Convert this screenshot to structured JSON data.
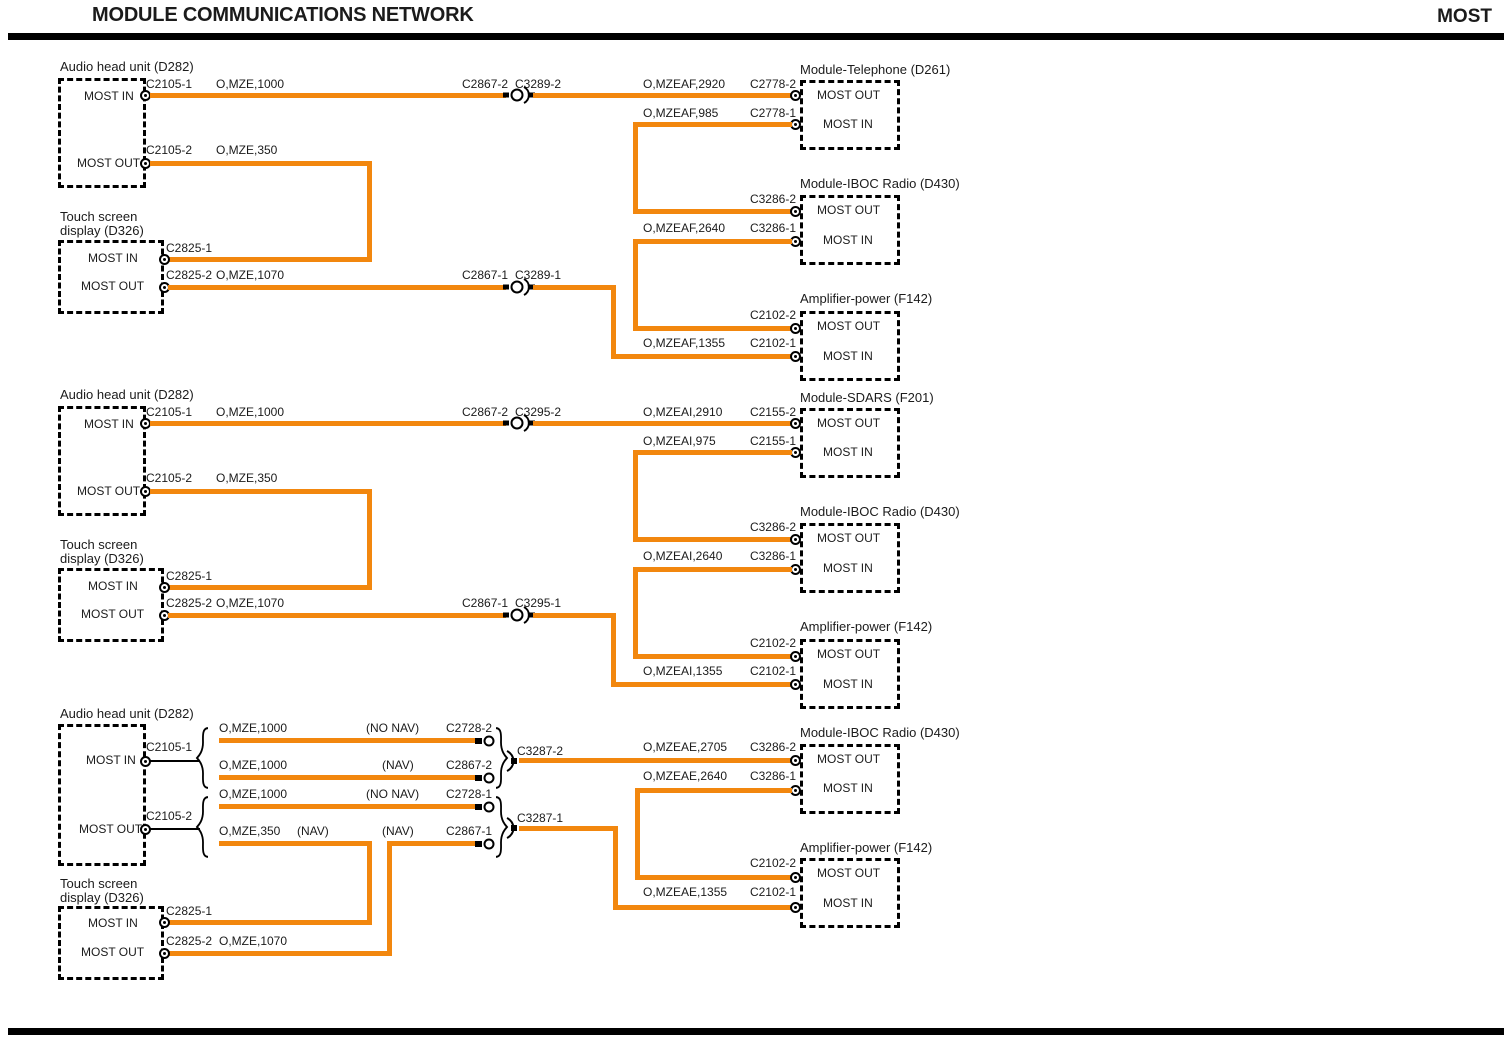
{
  "header": {
    "title": "MODULE COMMUNICATIONS NETWORK",
    "system": "MOST"
  },
  "colors": {
    "wire": "#f2870e"
  },
  "s1": {
    "ahu_name": "Audio head unit (D282)",
    "ahu_in": "MOST IN",
    "ahu_in_conn": "C2105-1",
    "ahu_in_wire": "O,MZE,1000",
    "ahu_out": "MOST OUT",
    "ahu_out_conn": "C2105-2",
    "ahu_out_wire": "O,MZE,350",
    "ic_top_a": "C2867-2",
    "ic_top_b": "C3289-2",
    "ic_bot_a": "C2867-1",
    "ic_bot_b": "C3289-1",
    "tsd_name1": "Touch screen",
    "tsd_name2": "display (D326)",
    "tsd_in": "MOST IN",
    "tsd_in_conn": "C2825-1",
    "tsd_out": "MOST OUT",
    "tsd_out_conn": "C2825-2",
    "tsd_out_wire": "O,MZE,1070",
    "tel_name": "Module-Telephone (D261)",
    "tel_out": "MOST OUT",
    "tel_out_conn": "C2778-2",
    "tel_out_wire": "O,MZEAF,2920",
    "tel_in": "MOST IN",
    "tel_in_conn": "C2778-1",
    "tel_in_wire": "O,MZEAF,985",
    "iboc_name": "Module-IBOC Radio (D430)",
    "iboc_out": "MOST OUT",
    "iboc_out_conn": "C3286-2",
    "iboc_in": "MOST IN",
    "iboc_in_conn": "C3286-1",
    "iboc_in_wire": "O,MZEAF,2640",
    "amp_name": "Amplifier-power (F142)",
    "amp_out": "MOST OUT",
    "amp_out_conn": "C2102-2",
    "amp_in": "MOST IN",
    "amp_in_conn": "C2102-1",
    "amp_in_wire": "O,MZEAF,1355"
  },
  "s2": {
    "ahu_name": "Audio head unit (D282)",
    "ahu_in": "MOST IN",
    "ahu_in_conn": "C2105-1",
    "ahu_in_wire": "O,MZE,1000",
    "ahu_out": "MOST OUT",
    "ahu_out_conn": "C2105-2",
    "ahu_out_wire": "O,MZE,350",
    "ic_top_a": "C2867-2",
    "ic_top_b": "C3295-2",
    "ic_bot_a": "C2867-1",
    "ic_bot_b": "C3295-1",
    "tsd_name1": "Touch screen",
    "tsd_name2": "display (D326)",
    "tsd_in": "MOST IN",
    "tsd_in_conn": "C2825-1",
    "tsd_out": "MOST OUT",
    "tsd_out_conn": "C2825-2",
    "tsd_out_wire": "O,MZE,1070",
    "sdars_name": "Module-SDARS (F201)",
    "sdars_out": "MOST OUT",
    "sdars_out_conn": "C2155-2",
    "sdars_out_wire": "O,MZEAI,2910",
    "sdars_in": "MOST IN",
    "sdars_in_conn": "C2155-1",
    "sdars_in_wire": "O,MZEAI,975",
    "iboc_name": "Module-IBOC Radio (D430)",
    "iboc_out": "MOST OUT",
    "iboc_out_conn": "C3286-2",
    "iboc_in": "MOST IN",
    "iboc_in_conn": "C3286-1",
    "iboc_in_wire": "O,MZEAI,2640",
    "amp_name": "Amplifier-power (F142)",
    "amp_out": "MOST OUT",
    "amp_out_conn": "C2102-2",
    "amp_in": "MOST IN",
    "amp_in_conn": "C2102-1",
    "amp_in_wire": "O,MZEAI,1355"
  },
  "s3": {
    "ahu_name": "Audio head unit (D282)",
    "ahu_in": "MOST IN",
    "ahu_in_conn": "C2105-1",
    "ahu_out": "MOST OUT",
    "ahu_out_conn": "C2105-2",
    "r1_wire": "O,MZE,1000",
    "r1_tag": "(NO NAV)",
    "r1_conn": "C2728-2",
    "r2_wire": "O,MZE,1000",
    "r2_tag": "(NAV)",
    "r2_conn": "C2867-2",
    "r3_wire": "O,MZE,1000",
    "r3_tag": "(NO NAV)",
    "r3_conn": "C2728-1",
    "r4_wire": "O,MZE,350",
    "r4_tag1": "(NAV)",
    "r4_tag2": "(NAV)",
    "r4_conn": "C2867-1",
    "merge_top": "C3287-2",
    "merge_bot": "C3287-1",
    "tsd_name1": "Touch screen",
    "tsd_name2": "display (D326)",
    "tsd_in": "MOST IN",
    "tsd_in_conn": "C2825-1",
    "tsd_out": "MOST OUT",
    "tsd_out_conn": "C2825-2",
    "tsd_out_wire": "O,MZE,1070",
    "iboc_name": "Module-IBOC Radio (D430)",
    "iboc_out": "MOST OUT",
    "iboc_out_conn": "C3286-2",
    "iboc_out_wire": "O,MZEAE,2705",
    "iboc_in": "MOST IN",
    "iboc_in_conn": "C3286-1",
    "iboc_in_wire": "O,MZEAE,2640",
    "amp_name": "Amplifier-power (F142)",
    "amp_out": "MOST OUT",
    "amp_out_conn": "C2102-2",
    "amp_in": "MOST IN",
    "amp_in_conn": "C2102-1",
    "amp_in_wire": "O,MZEAE,1355"
  }
}
